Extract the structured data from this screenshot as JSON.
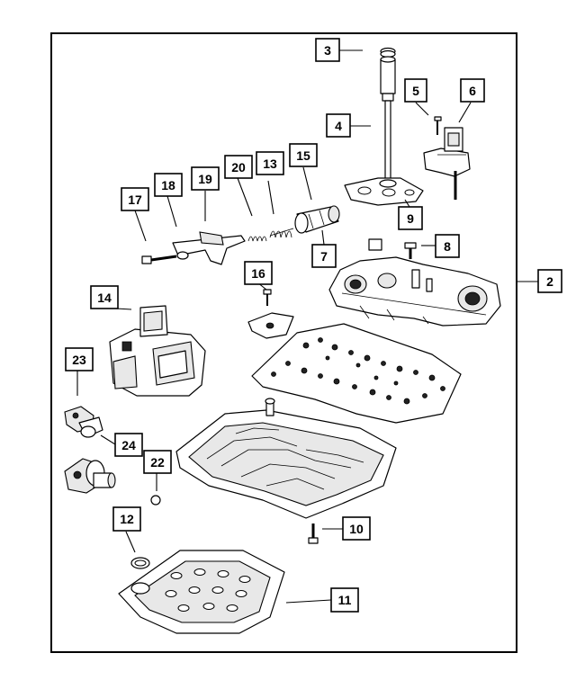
{
  "diagram": {
    "callouts": [
      {
        "id": "c2",
        "label": "2"
      },
      {
        "id": "c3",
        "label": "3"
      },
      {
        "id": "c4",
        "label": "4"
      },
      {
        "id": "c5",
        "label": "5"
      },
      {
        "id": "c6",
        "label": "6"
      },
      {
        "id": "c7",
        "label": "7"
      },
      {
        "id": "c8",
        "label": "8"
      },
      {
        "id": "c9",
        "label": "9"
      },
      {
        "id": "c10",
        "label": "10"
      },
      {
        "id": "c11",
        "label": "11"
      },
      {
        "id": "c12",
        "label": "12"
      },
      {
        "id": "c13",
        "label": "13"
      },
      {
        "id": "c14",
        "label": "14"
      },
      {
        "id": "c15",
        "label": "15"
      },
      {
        "id": "c16",
        "label": "16"
      },
      {
        "id": "c17",
        "label": "17"
      },
      {
        "id": "c18",
        "label": "18"
      },
      {
        "id": "c19",
        "label": "19"
      },
      {
        "id": "c20",
        "label": "20"
      },
      {
        "id": "c22",
        "label": "22"
      },
      {
        "id": "c23",
        "label": "23"
      },
      {
        "id": "c24",
        "label": "24"
      }
    ]
  }
}
